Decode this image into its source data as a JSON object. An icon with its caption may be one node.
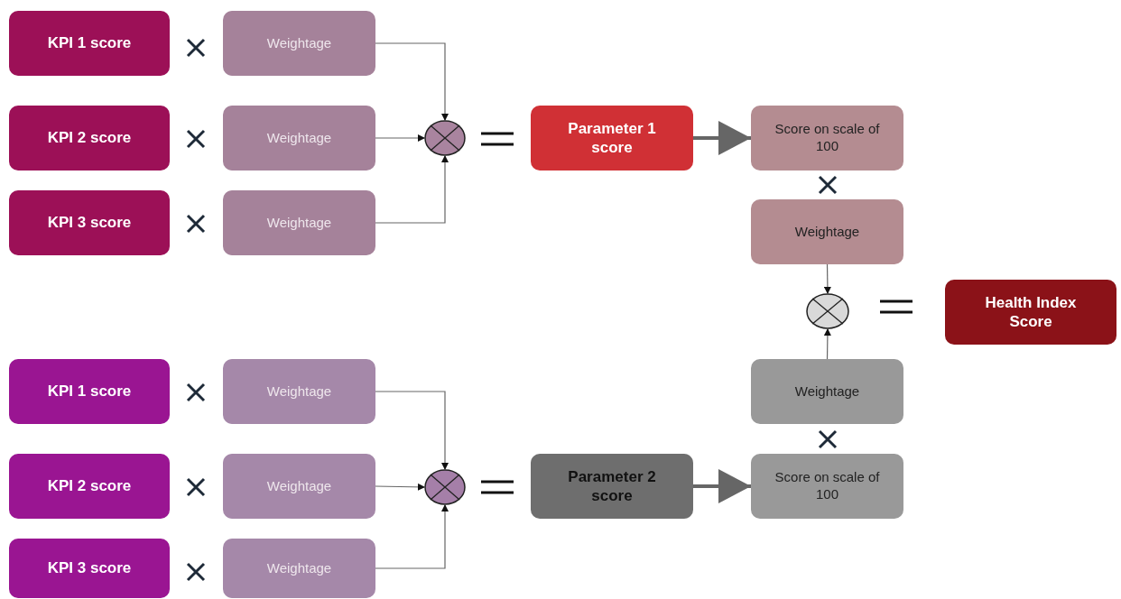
{
  "diagram": {
    "nodes": [
      {
        "text": [
          "KPI 1 score"
        ]
      },
      {
        "text": [
          "Weightage"
        ]
      },
      {
        "text": [
          "KPI 2 score"
        ]
      },
      {
        "text": [
          "Weightage"
        ]
      },
      {
        "text": [
          "KPI 3 score"
        ]
      },
      {
        "text": [
          "Weightage"
        ]
      },
      {
        "text": [],
        "shape": "circle"
      },
      {
        "text": [
          "Parameter 1 score"
        ]
      },
      {
        "text": [
          "Score on scale of 100"
        ]
      },
      {
        "text": [
          "Weightage"
        ]
      },
      {
        "text": [],
        "shape": "circle"
      },
      {
        "text": [
          "Health Index Score"
        ]
      },
      {
        "text": [
          "Weightage"
        ]
      },
      {
        "text": [
          "KPI 1 score"
        ]
      },
      {
        "text": [
          "Weightage"
        ]
      },
      {
        "text": [
          "KPI 2 score"
        ]
      },
      {
        "text": [
          "Weightage"
        ]
      },
      {
        "text": [],
        "shape": "circle"
      },
      {
        "text": [
          "Parameter 2 score"
        ]
      },
      {
        "text": [
          "Score on scale of 100"
        ]
      },
      {
        "text": [
          "KPI 3 score"
        ]
      },
      {
        "text": [
          "Weightage"
        ]
      }
    ],
    "edges": [
      {
        "from": 1,
        "to": 6,
        "arrow": "to"
      },
      {
        "from": 3,
        "to": 6,
        "arrow": "to"
      },
      {
        "from": 5,
        "to": 6,
        "arrow": "to"
      },
      {
        "from": 7,
        "to": 8,
        "arrow": "to",
        "style": "thick"
      },
      {
        "from": 9,
        "to": 10,
        "arrow": "to"
      },
      {
        "from": 12,
        "to": 10,
        "arrow": "to"
      },
      {
        "from": 14,
        "to": 17,
        "arrow": "to"
      },
      {
        "from": 16,
        "to": 17,
        "arrow": "to"
      },
      {
        "from": 21,
        "to": 17,
        "arrow": "to"
      },
      {
        "from": 18,
        "to": 19,
        "arrow": "to",
        "style": "thick"
      }
    ]
  }
}
